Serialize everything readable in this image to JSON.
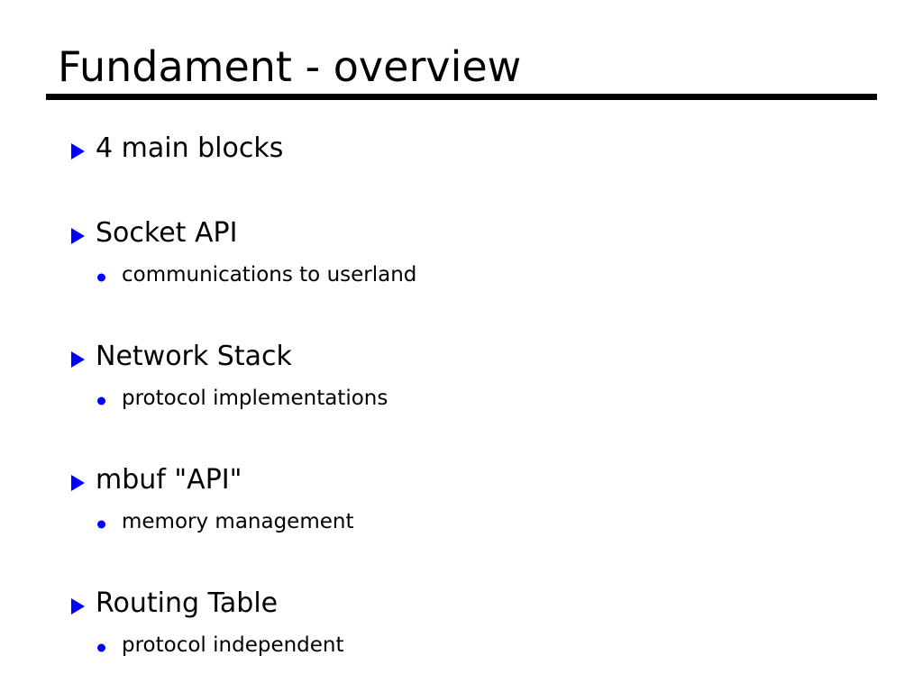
{
  "slide": {
    "title": "Fundament - overview",
    "background_color": "#ffffff",
    "text_color": "#000000",
    "bullet_color": "#0000ff",
    "rule_color": "#000000",
    "bullets": [
      {
        "label": "4 main blocks",
        "marker": "triangle-right-bullet",
        "sub": []
      },
      {
        "label": "Socket API",
        "marker": "triangle-right-bullet",
        "sub": [
          {
            "label": "communications to userland",
            "marker": "dot-bullet"
          }
        ]
      },
      {
        "label": "Network Stack",
        "marker": "triangle-right-bullet",
        "sub": [
          {
            "label": "protocol implementations",
            "marker": "dot-bullet"
          }
        ]
      },
      {
        "label": "mbuf \"API\"",
        "marker": "triangle-right-bullet",
        "sub": [
          {
            "label": "memory management",
            "marker": "dot-bullet"
          }
        ]
      },
      {
        "label": "Routing Table",
        "marker": "triangle-right-bullet",
        "sub": [
          {
            "label": "protocol independent",
            "marker": "dot-bullet"
          }
        ]
      }
    ]
  }
}
